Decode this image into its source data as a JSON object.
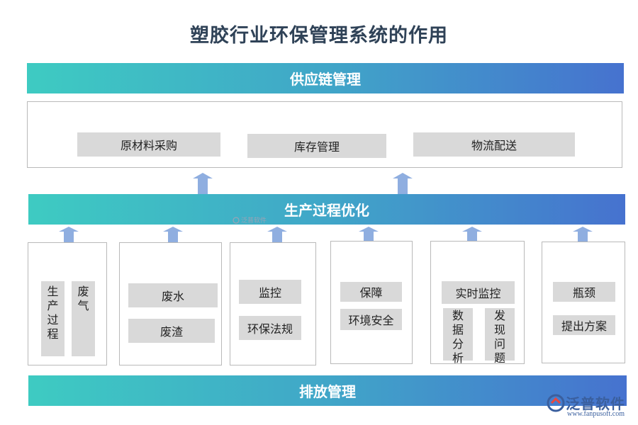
{
  "title": "塑胶行业环保管理系统的作用",
  "banners": {
    "top": "供应链管理",
    "middle": "生产过程优化",
    "bottom": "排放管理"
  },
  "supply_chain": {
    "items": [
      "原材料采购",
      "库存管理",
      "物流配送"
    ]
  },
  "columns": [
    {
      "vertical": [
        "生产过程",
        "废气"
      ]
    },
    {
      "items": [
        "废水",
        "废渣"
      ]
    },
    {
      "items": [
        "监控",
        "环保法规"
      ]
    },
    {
      "items": [
        "保障",
        "环境安全"
      ]
    },
    {
      "item": "实时监控",
      "vertical": [
        "数据分析",
        "发现问题"
      ]
    },
    {
      "items": [
        "瓶颈",
        "提出方案"
      ]
    }
  ],
  "watermark": {
    "small": "泛普软件",
    "logo_text": "泛普软件",
    "logo_url": "www.fanpusoft.com"
  },
  "colors": {
    "banner_start": "#3ecbc2",
    "banner_end": "#4672cf",
    "arrow": "#8faee0",
    "chip": "#d9d9d9",
    "title": "#2f4257"
  }
}
